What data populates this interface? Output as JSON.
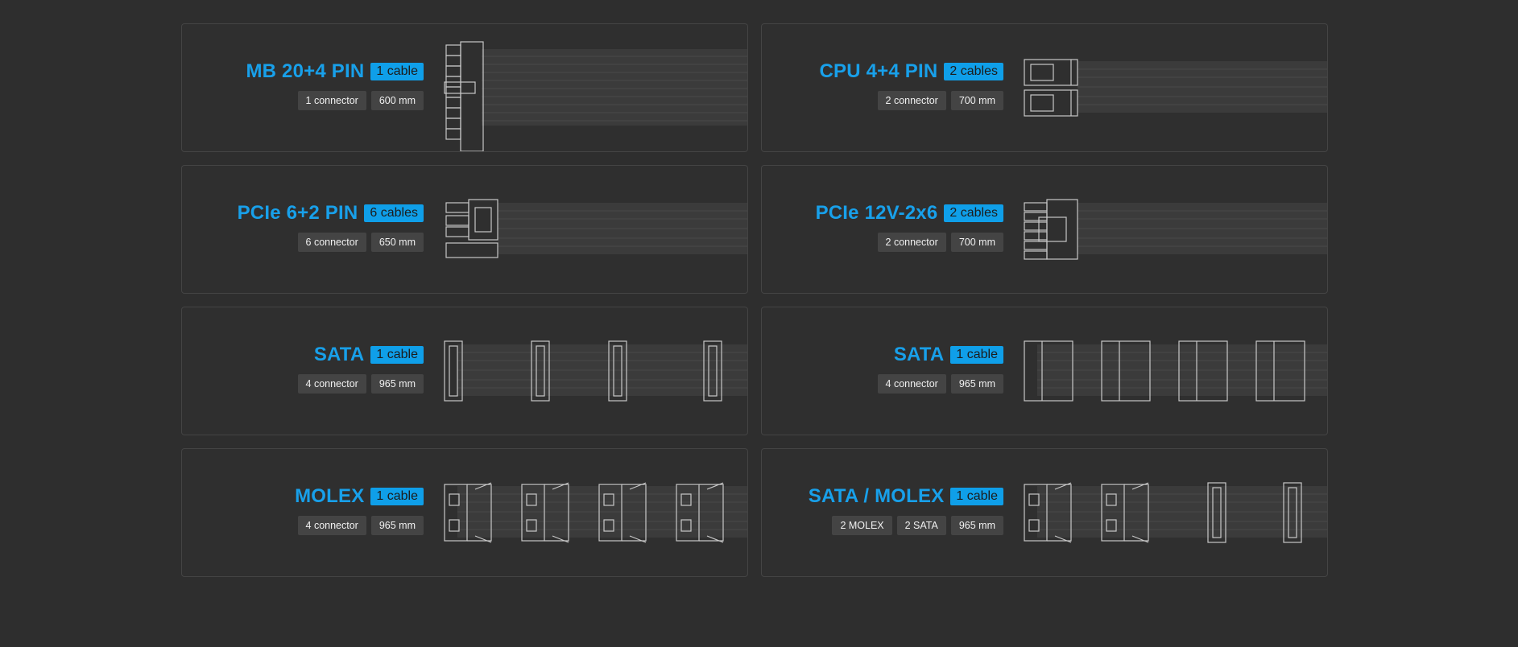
{
  "cards": [
    {
      "title": "MB 20+4 PIN",
      "badge": "1 cable",
      "tags": [
        "1 connector",
        "600 mm"
      ]
    },
    {
      "title": "CPU 4+4 PIN",
      "badge": "2 cables",
      "tags": [
        "2 connector",
        "700 mm"
      ]
    },
    {
      "title": "PCIe 6+2 PIN",
      "badge": "6 cables",
      "tags": [
        "6 connector",
        "650 mm"
      ]
    },
    {
      "title": "PCIe 12V-2x6",
      "badge": "2 cables",
      "tags": [
        "2 connector",
        "700 mm"
      ]
    },
    {
      "title": "SATA",
      "badge": "1 cable",
      "tags": [
        "4 connector",
        "965 mm"
      ]
    },
    {
      "title": "SATA",
      "badge": "1 cable",
      "tags": [
        "4 connector",
        "965 mm"
      ]
    },
    {
      "title": "MOLEX",
      "badge": "1 cable",
      "tags": [
        "4 connector",
        "965 mm"
      ]
    },
    {
      "title": "SATA / MOLEX",
      "badge": "1 cable",
      "tags": [
        "2 MOLEX",
        "2 SATA",
        "965 mm"
      ]
    }
  ],
  "colors": {
    "accent": "#18a0ea",
    "badge_bg": "#0f9fe9",
    "tag_bg": "#444444",
    "background": "#2e2e2e"
  },
  "icons": [
    "mb-24pin-connector-icon",
    "cpu-8pin-connector-icon",
    "pcie-8pin-connector-icon",
    "12v-2x6-connector-icon",
    "sata-connector-icon",
    "sata-connector-icon",
    "molex-connector-icon",
    "molex-sata-connector-icon"
  ]
}
